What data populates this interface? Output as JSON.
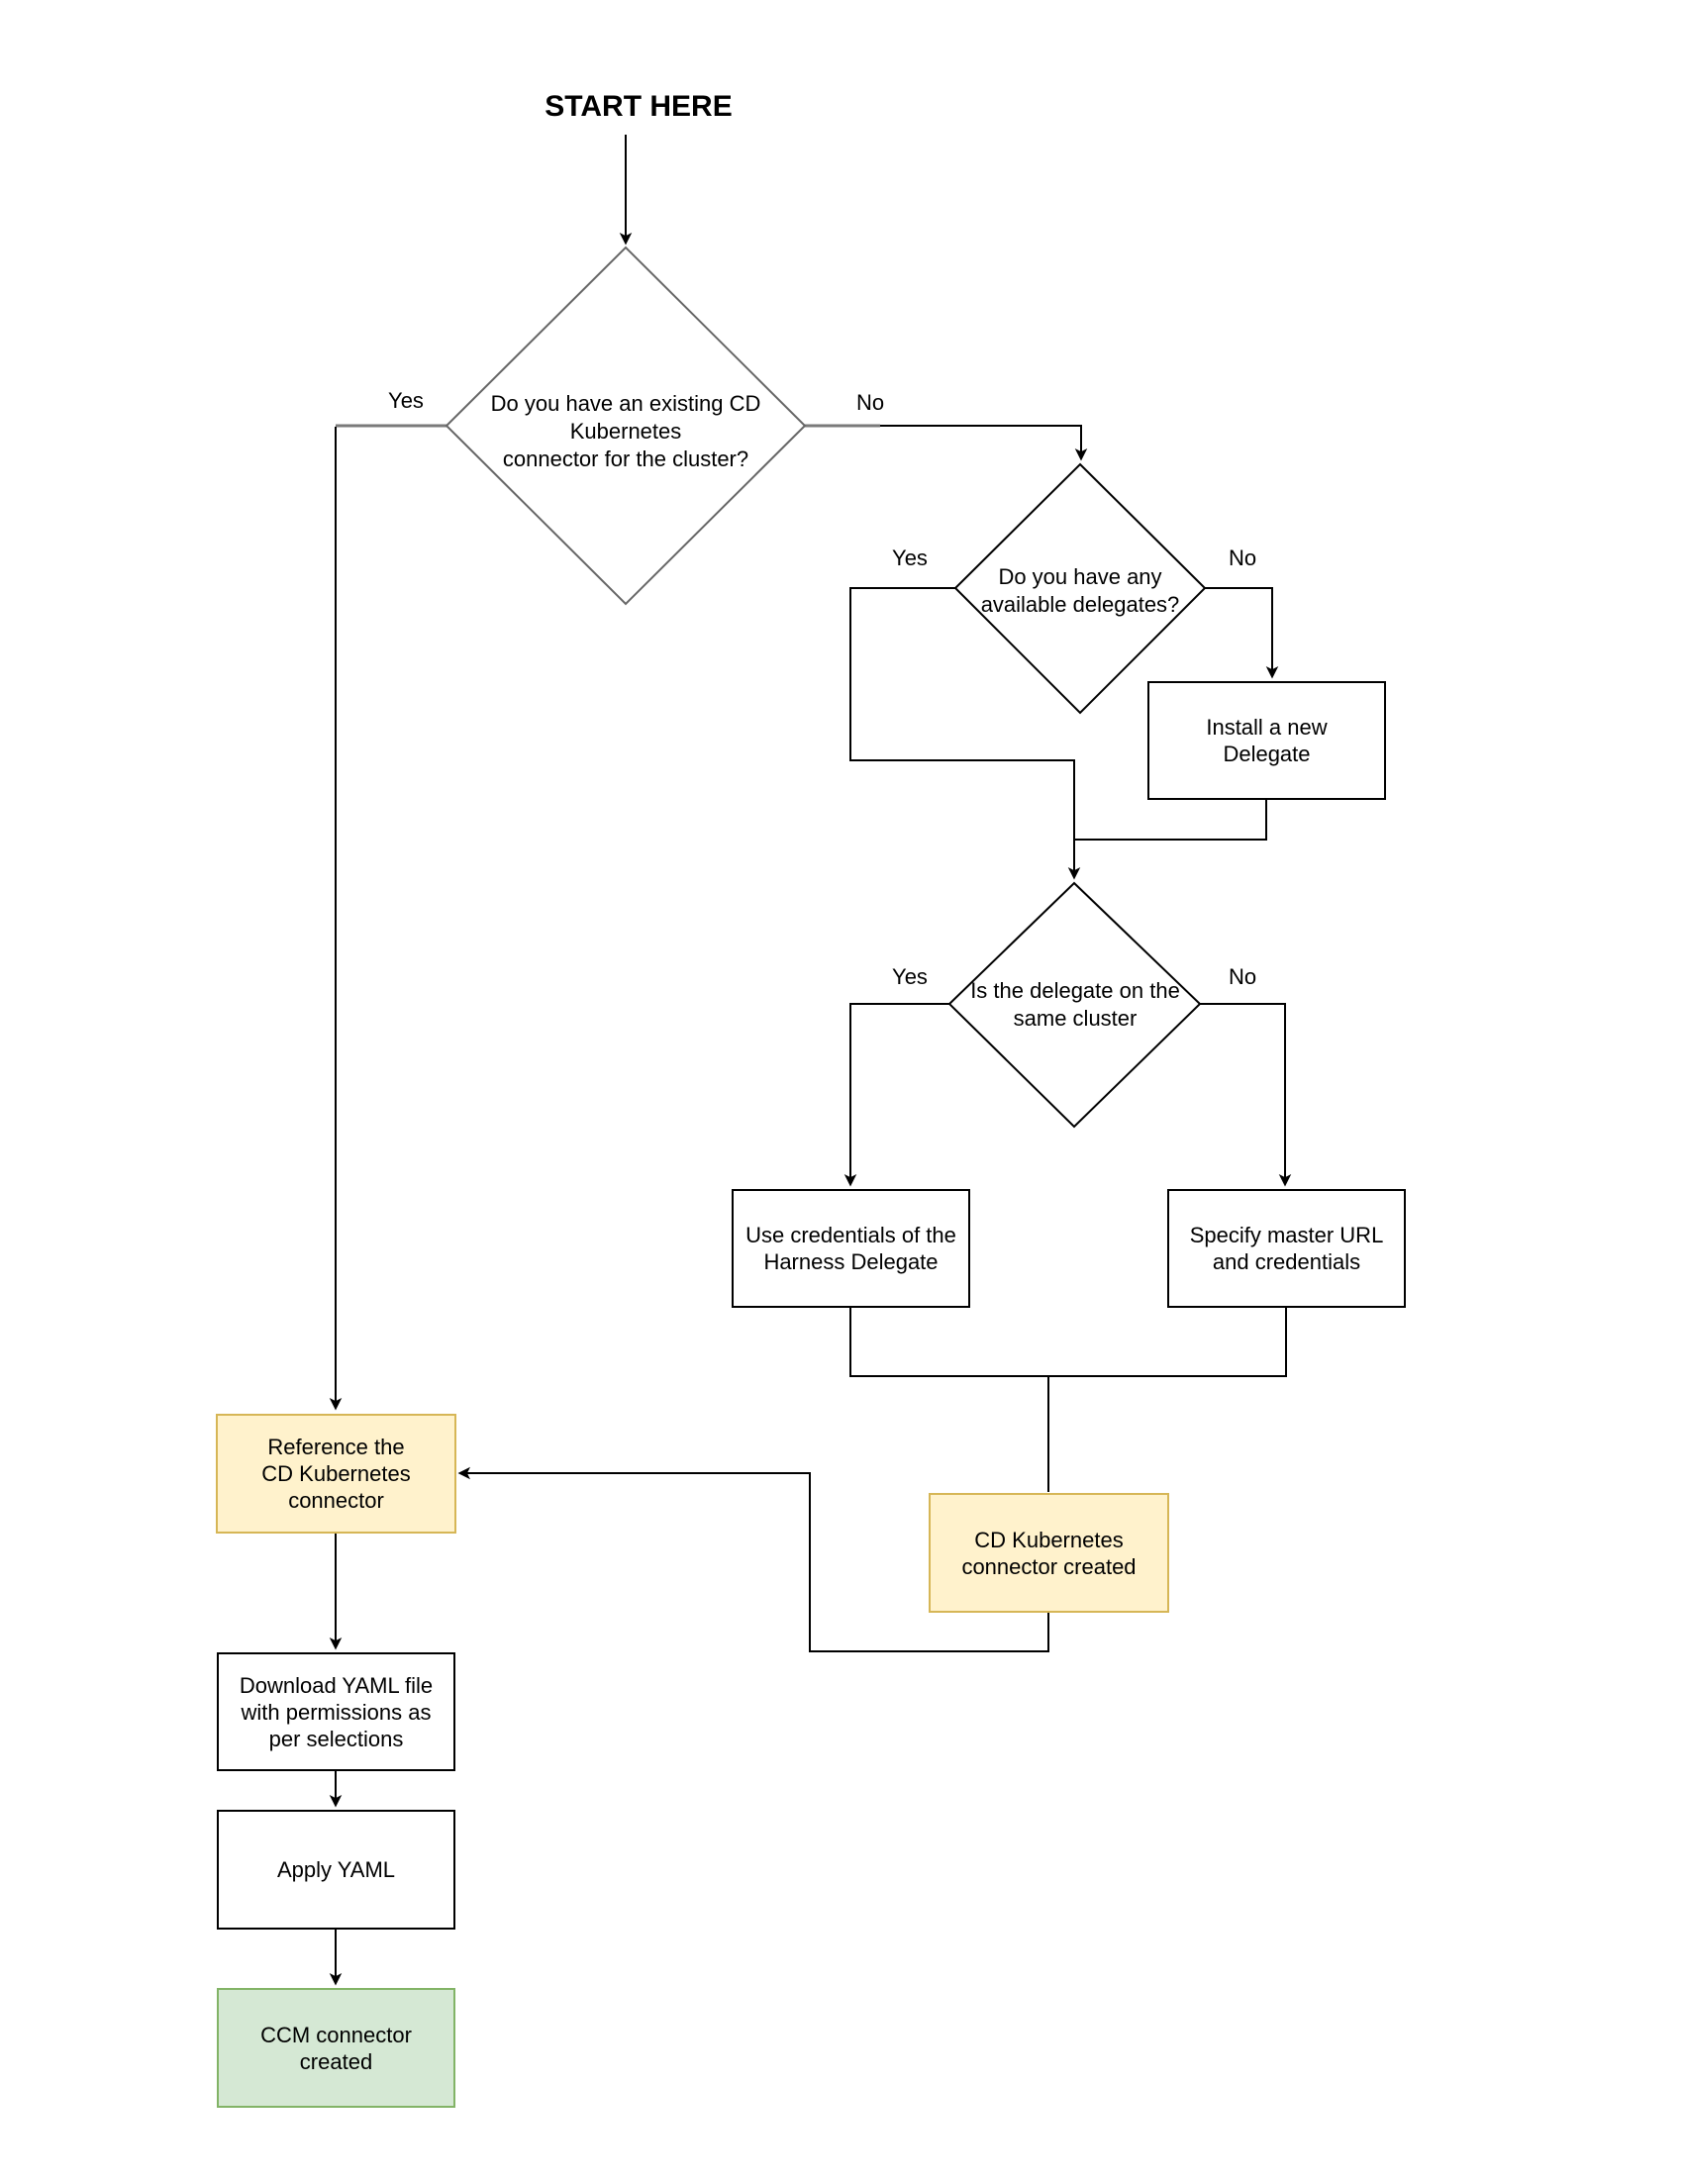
{
  "page": {
    "title": "START HERE"
  },
  "colors": {
    "yellow_fill": "#FFF2CC",
    "yellow_border": "#D6B656",
    "green_fill": "#D5E8D4",
    "green_border": "#82B366",
    "gray": "#666666",
    "line_gray": "#7a7a7a",
    "black": "#000000"
  },
  "nodes": {
    "decision_existing_connector": {
      "lines": [
        "Do you have an existing CD",
        "Kubernetes",
        "connector for the cluster?"
      ]
    },
    "decision_available_delegates": {
      "lines": [
        "Do you have any",
        "available delegates?"
      ]
    },
    "decision_same_cluster": {
      "lines": [
        "Is the delegate on the",
        "same cluster"
      ]
    },
    "install_delegate": {
      "lines": [
        "Install a new",
        "Delegate"
      ]
    },
    "use_credentials": {
      "lines": [
        "Use credentials of the",
        "Harness Delegate"
      ]
    },
    "specify_master_url": {
      "lines": [
        "Specify master URL",
        "and credentials"
      ]
    },
    "cd_connector_created": {
      "lines": [
        "CD Kubernetes",
        "connector created"
      ]
    },
    "reference_connector": {
      "lines": [
        "Reference the",
        "CD Kubernetes",
        "connector"
      ]
    },
    "download_yaml": {
      "lines": [
        "Download YAML file",
        "with permissions as",
        "per selections"
      ]
    },
    "apply_yaml": {
      "lines": [
        "Apply YAML"
      ]
    },
    "ccm_connector_created": {
      "lines": [
        "CCM connector",
        "created"
      ]
    }
  },
  "edge_labels": {
    "d1_yes": "Yes",
    "d1_no": "No",
    "d2_yes": "Yes",
    "d2_no": "No",
    "d3_yes": "Yes",
    "d3_no": "No"
  }
}
